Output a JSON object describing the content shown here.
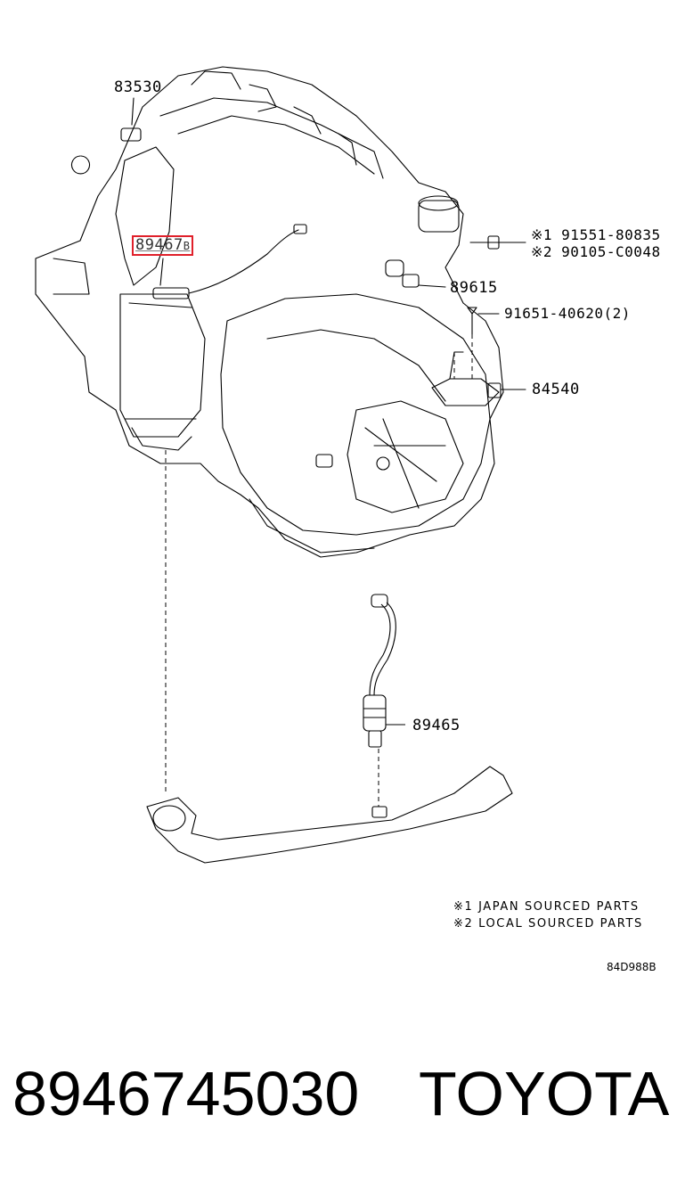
{
  "labels": {
    "p83530": "83530",
    "p89467": "89467",
    "p89467_suffix": "B",
    "p91551": "※1 91551-80835",
    "p90105": "※2 90105-C0048",
    "p89615": "89615",
    "p91651": "91651-40620(2)",
    "p84540": "84540",
    "p89465": "89465"
  },
  "notes": {
    "japan": "※1 JAPAN SOURCED PARTS",
    "local": "※2 LOCAL SOURCED PARTS"
  },
  "diagram_code": "84D988B",
  "footer": {
    "part_number": "8946745030",
    "brand": "TOYOTA"
  },
  "colors": {
    "highlight": "#e0202a",
    "line": "#000000"
  }
}
